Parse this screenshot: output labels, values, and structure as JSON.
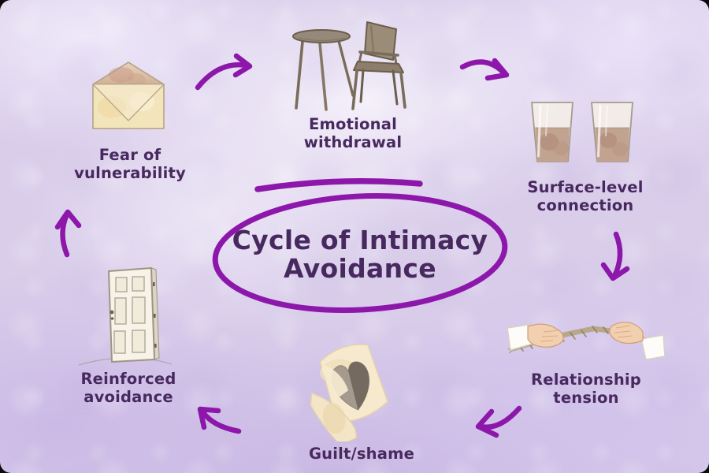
{
  "title": {
    "line1": "Cycle of Intimacy",
    "line2": "Avoidance"
  },
  "stages": [
    {
      "label": "Fear of vulnerability",
      "icon": "open-envelope-icon"
    },
    {
      "label": "Emotional withdrawal",
      "icon": "table-and-chair-icon"
    },
    {
      "label": "Surface-level connection",
      "icon": "two-half-empty-glasses-icon"
    },
    {
      "label": "Relationship tension",
      "icon": "hands-pulling-rope-icon"
    },
    {
      "label": "Guilt/shame",
      "icon": "heart-wrapped-in-blanket-icon"
    },
    {
      "label": "Reinforced avoidance",
      "icon": "closed-door-icon"
    }
  ],
  "colors": {
    "background_lavender": "#d9cdea",
    "accent_purple": "#8d17aa",
    "text_purple": "#48295f"
  }
}
